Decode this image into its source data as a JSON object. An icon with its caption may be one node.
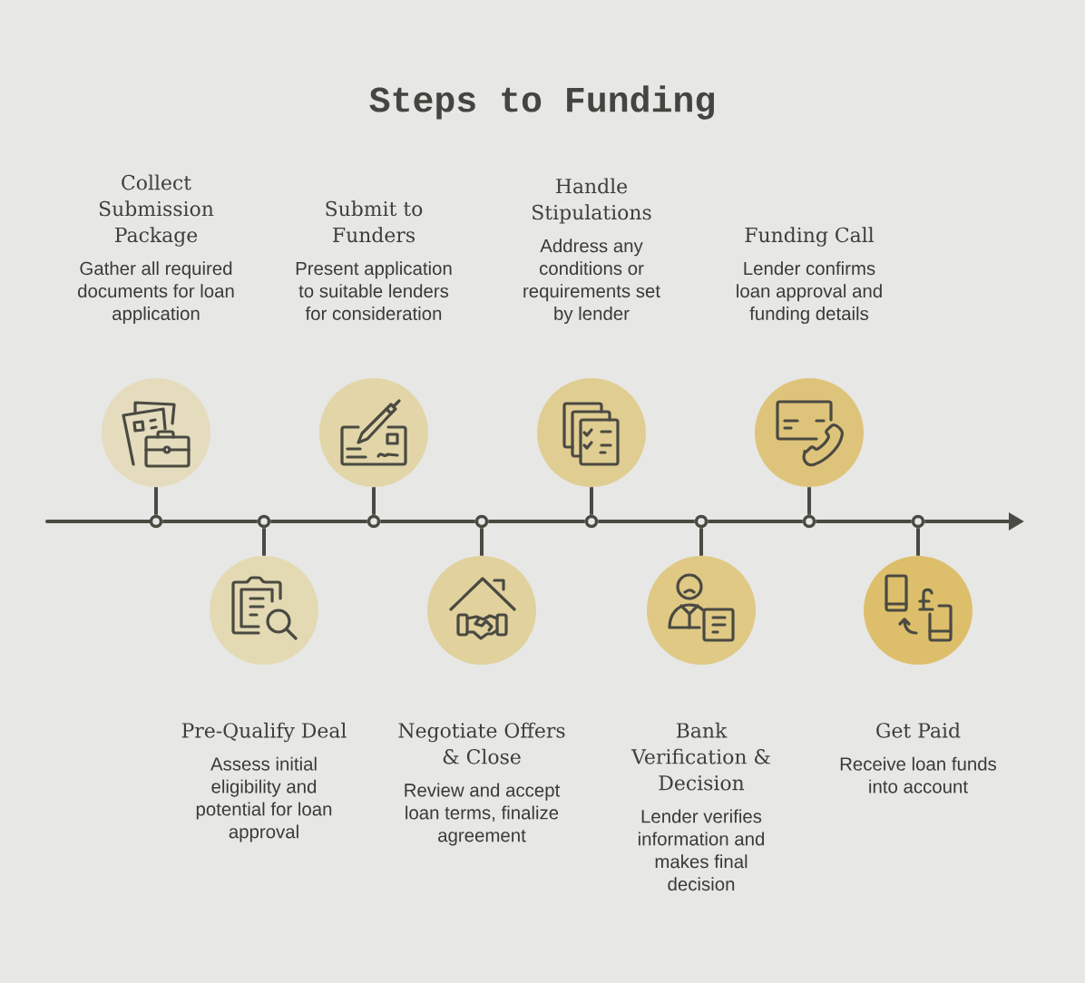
{
  "diagram": {
    "title": "Steps to Funding",
    "nodes": [
      {
        "text": [
          "Collect Submission Package",
          "Gather all required documents for loan application"
        ]
      },
      {
        "text": [],
        "shape": "circle"
      },
      {
        "text": [],
        "shape": "circle"
      },
      {
        "text": [
          "Pre-Qualify Deal",
          "Assess initial eligibility and potential for loan approval"
        ]
      },
      {
        "text": [],
        "shape": "circle"
      },
      {
        "text": [],
        "shape": "circle"
      },
      {
        "text": [
          "Submit to Funders",
          "Present application to suitable lenders for consideration"
        ]
      },
      {
        "text": [],
        "shape": "circle"
      },
      {
        "text": [],
        "shape": "circle"
      },
      {
        "text": [
          "Negotiate Offers & Close",
          "Review and accept loan terms, finalize agreement"
        ]
      },
      {
        "text": [],
        "shape": "circle"
      },
      {
        "text": [],
        "shape": "circle"
      },
      {
        "text": [
          "Handle Stipulations",
          "Address any conditions or requirements set by lender"
        ]
      },
      {
        "text": [],
        "shape": "circle"
      },
      {
        "text": [],
        "shape": "circle"
      },
      {
        "text": [
          "Bank Verification & Decision",
          "Lender verifies information and makes final decision"
        ]
      },
      {
        "text": [],
        "shape": "circle"
      },
      {
        "text": [],
        "shape": "circle"
      },
      {
        "text": [
          "Funding Call",
          "Lender confirms loan approval and funding details"
        ]
      },
      {
        "text": [],
        "shape": "circle"
      },
      {
        "text": [],
        "shape": "circle"
      },
      {
        "text": [
          "Get Paid",
          "Receive loan funds into account"
        ]
      },
      {
        "text": [],
        "shape": "circle"
      },
      {
        "text": [],
        "shape": "circle"
      }
    ],
    "edges": [
      {
        "from": null,
        "to": 2,
        "arrow": "none"
      },
      {
        "from": 2,
        "to": 5,
        "arrow": "none"
      },
      {
        "from": 5,
        "to": 8,
        "arrow": "none"
      },
      {
        "from": 8,
        "to": 11,
        "arrow": "none"
      },
      {
        "from": 11,
        "to": 14,
        "arrow": "none"
      },
      {
        "from": 14,
        "to": 17,
        "arrow": "none"
      },
      {
        "from": 17,
        "to": 20,
        "arrow": "none"
      },
      {
        "from": 20,
        "to": 23,
        "arrow": "none"
      },
      {
        "from": 23,
        "to": null,
        "arrow": "to"
      },
      {
        "from": 1,
        "to": 2,
        "arrow": "none"
      },
      {
        "from": 4,
        "to": 5,
        "arrow": "none"
      },
      {
        "from": 7,
        "to": 8,
        "arrow": "none"
      },
      {
        "from": 10,
        "to": 11,
        "arrow": "none"
      },
      {
        "from": 13,
        "to": 14,
        "arrow": "none"
      },
      {
        "from": 16,
        "to": 17,
        "arrow": "none"
      },
      {
        "from": 19,
        "to": 20,
        "arrow": "none"
      },
      {
        "from": 22,
        "to": 23,
        "arrow": "none"
      }
    ]
  }
}
